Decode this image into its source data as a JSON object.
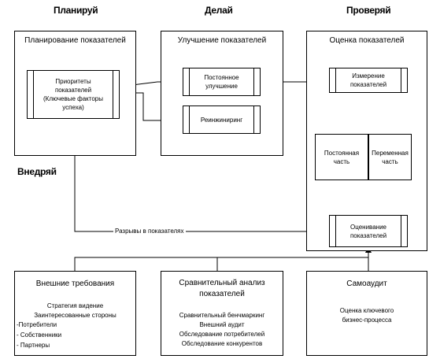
{
  "headers": {
    "plan": "Планируй",
    "do": "Делай",
    "check": "Проверяй",
    "act": "Внедряй"
  },
  "plan_box": {
    "title": "Планирование показателей",
    "priorities": "Приоритеты показателей (Ключевые факторы успеха)"
  },
  "do_box": {
    "title": "Улучшение показателей",
    "continuous": "Постоянное улучшение",
    "reengineering": "Реинжиниринг"
  },
  "check_box": {
    "title": "Оценка показателей",
    "measurement": "Измерение показателей",
    "constant": "Постоянная часть",
    "variable": "Переменная часть",
    "evaluation": "Оценивание показателей"
  },
  "gaps_label": "Разрывы в показателях",
  "bottom": {
    "external": {
      "title": "Внешние требования",
      "items": [
        "Стратегия видение",
        "Заинтересованные стороны",
        "-Потребители",
        "- Собственники",
        "- Партнеры"
      ]
    },
    "benchmark": {
      "title": "Сравнительный анализ показателей",
      "items": [
        "Сравнительный бенчмаркинг",
        "Внешний аудит",
        "Обследование потребителей",
        "Обследование конкурентов"
      ]
    },
    "selfaudit": {
      "title": "Самоаудит",
      "items": [
        "Оценка ключевого бизнес-процесса"
      ]
    }
  }
}
